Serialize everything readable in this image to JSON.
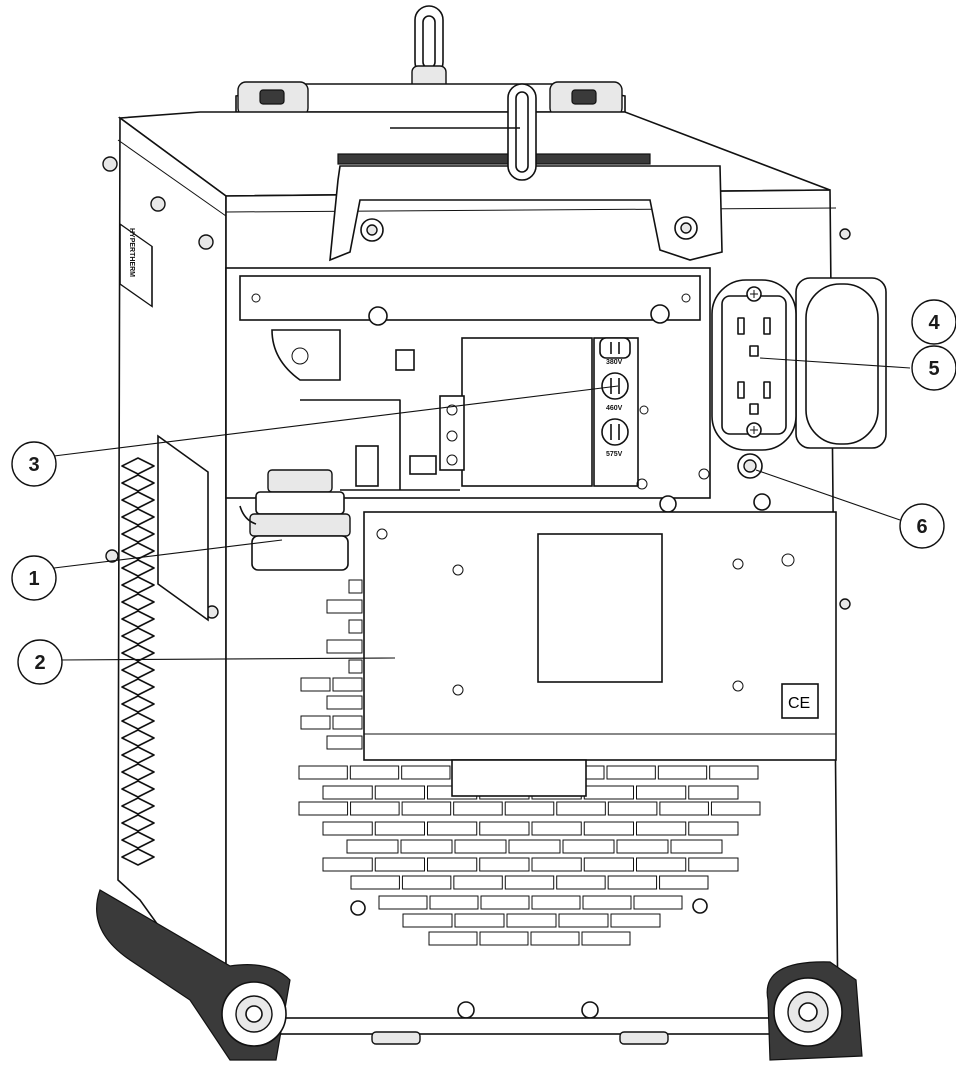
{
  "callouts": [
    {
      "id": "1",
      "label": "1"
    },
    {
      "id": "2",
      "label": "2"
    },
    {
      "id": "3",
      "label": "3"
    },
    {
      "id": "4",
      "label": "4"
    },
    {
      "id": "5",
      "label": "5"
    },
    {
      "id": "6",
      "label": "6"
    }
  ],
  "voltage_labels": [
    "380V",
    "460V",
    "575V"
  ],
  "ce_mark": "CE",
  "brand_text": "HYPERTHERM",
  "colors": {
    "line": "#111111",
    "background": "#ffffff",
    "panel": "#ffffff"
  }
}
